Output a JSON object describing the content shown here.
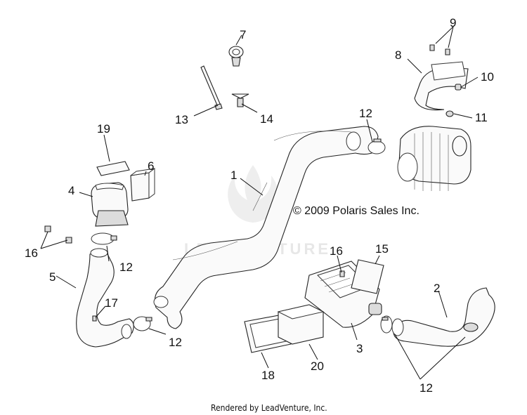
{
  "copyright": "© 2009 Polaris Sales Inc.",
  "watermark": "LEADVENTURE",
  "footer": "Rendered by LeadVenture, Inc.",
  "callouts": {
    "c1": "1",
    "c2": "2",
    "c3": "3",
    "c4": "4",
    "c5": "5",
    "c6": "6",
    "c7": "7",
    "c8": "8",
    "c9": "9",
    "c10": "10",
    "c11": "11",
    "c12a": "12",
    "c12b": "12",
    "c12c": "12",
    "c12d": "12",
    "c13": "13",
    "c14": "14",
    "c15": "15",
    "c16a": "16",
    "c16b": "16",
    "c17": "17",
    "c18": "18",
    "c19": "19",
    "c20": "20"
  }
}
